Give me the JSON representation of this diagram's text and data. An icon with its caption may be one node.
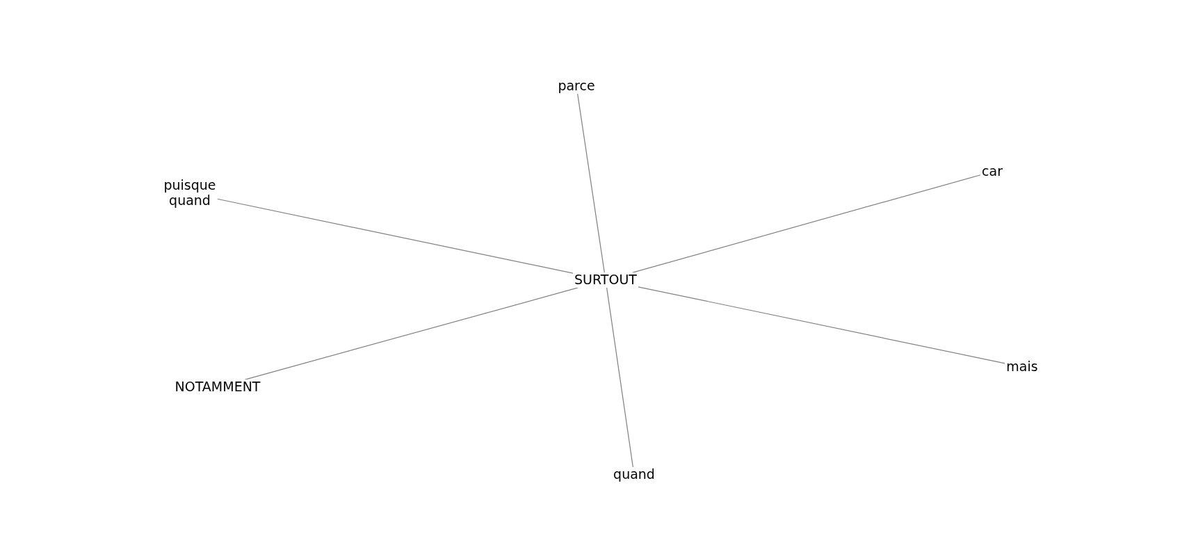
{
  "diagram": {
    "nodes": [
      {
        "text": [
          "SURTOUT"
        ]
      },
      {
        "text": [
          "parce"
        ]
      },
      {
        "text": [
          "puisque quand"
        ]
      },
      {
        "text": [
          "car"
        ]
      },
      {
        "text": [
          "NOTAMMENT"
        ]
      },
      {
        "text": [
          "mais"
        ]
      },
      {
        "text": [
          "quand"
        ]
      }
    ],
    "edges": [
      {
        "from": 0,
        "to": 1,
        "arrow": "none"
      },
      {
        "from": 0,
        "to": 2,
        "arrow": "none"
      },
      {
        "from": 0,
        "to": 3,
        "arrow": "none"
      },
      {
        "from": 0,
        "to": 4,
        "arrow": "none"
      },
      {
        "from": 0,
        "to": 5,
        "arrow": "none"
      },
      {
        "from": 0,
        "to": 6,
        "arrow": "none"
      }
    ]
  }
}
